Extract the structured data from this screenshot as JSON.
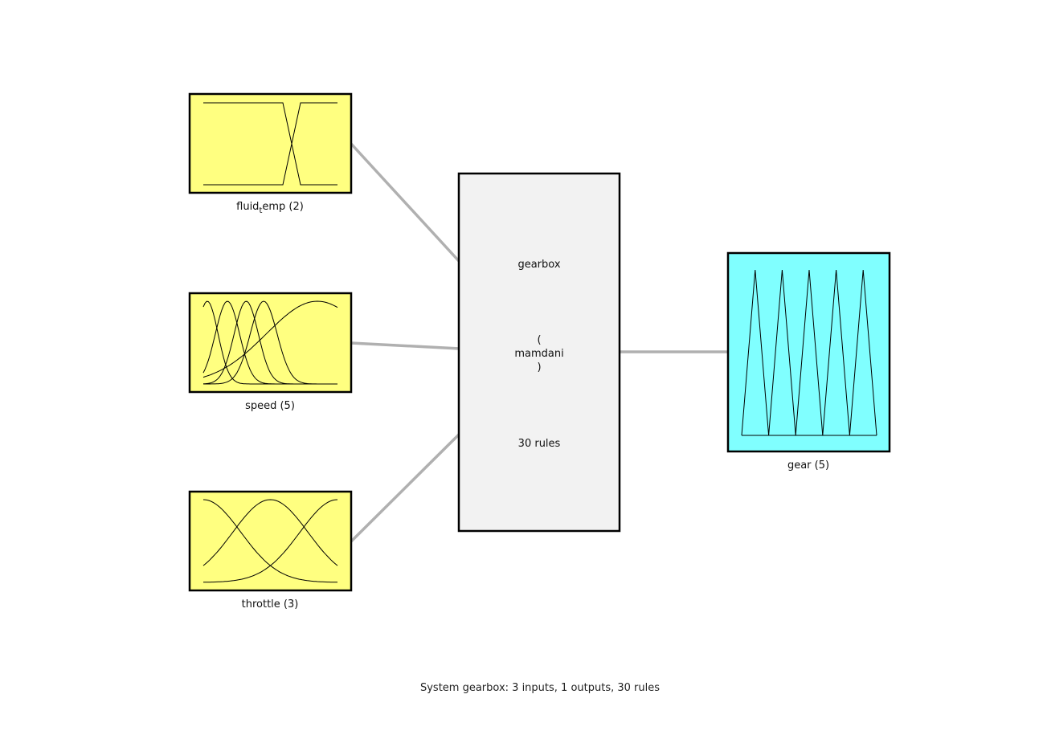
{
  "colors": {
    "input_fill": "#ffff80",
    "output_fill": "#80ffff",
    "system_fill": "#f2f2f2",
    "connector": "#b0b0b0",
    "border": "#000000"
  },
  "inputs": [
    {
      "name_main": "fluid",
      "name_sub": "t",
      "name_rest": "emp",
      "count": "(2)",
      "mf_shape": "trapezoid"
    },
    {
      "name": "speed (5)",
      "mf_shape": "gaussian"
    },
    {
      "name": "throttle (3)",
      "mf_shape": "gaussian"
    }
  ],
  "system": {
    "name": "gearbox",
    "type_lines": [
      "(",
      "mamdani",
      ")"
    ],
    "rules": "30 rules"
  },
  "outputs": [
    {
      "name": "gear (5)",
      "mf_shape": "triangle"
    }
  ],
  "caption": "System gearbox: 3 inputs, 1 outputs, 30 rules"
}
